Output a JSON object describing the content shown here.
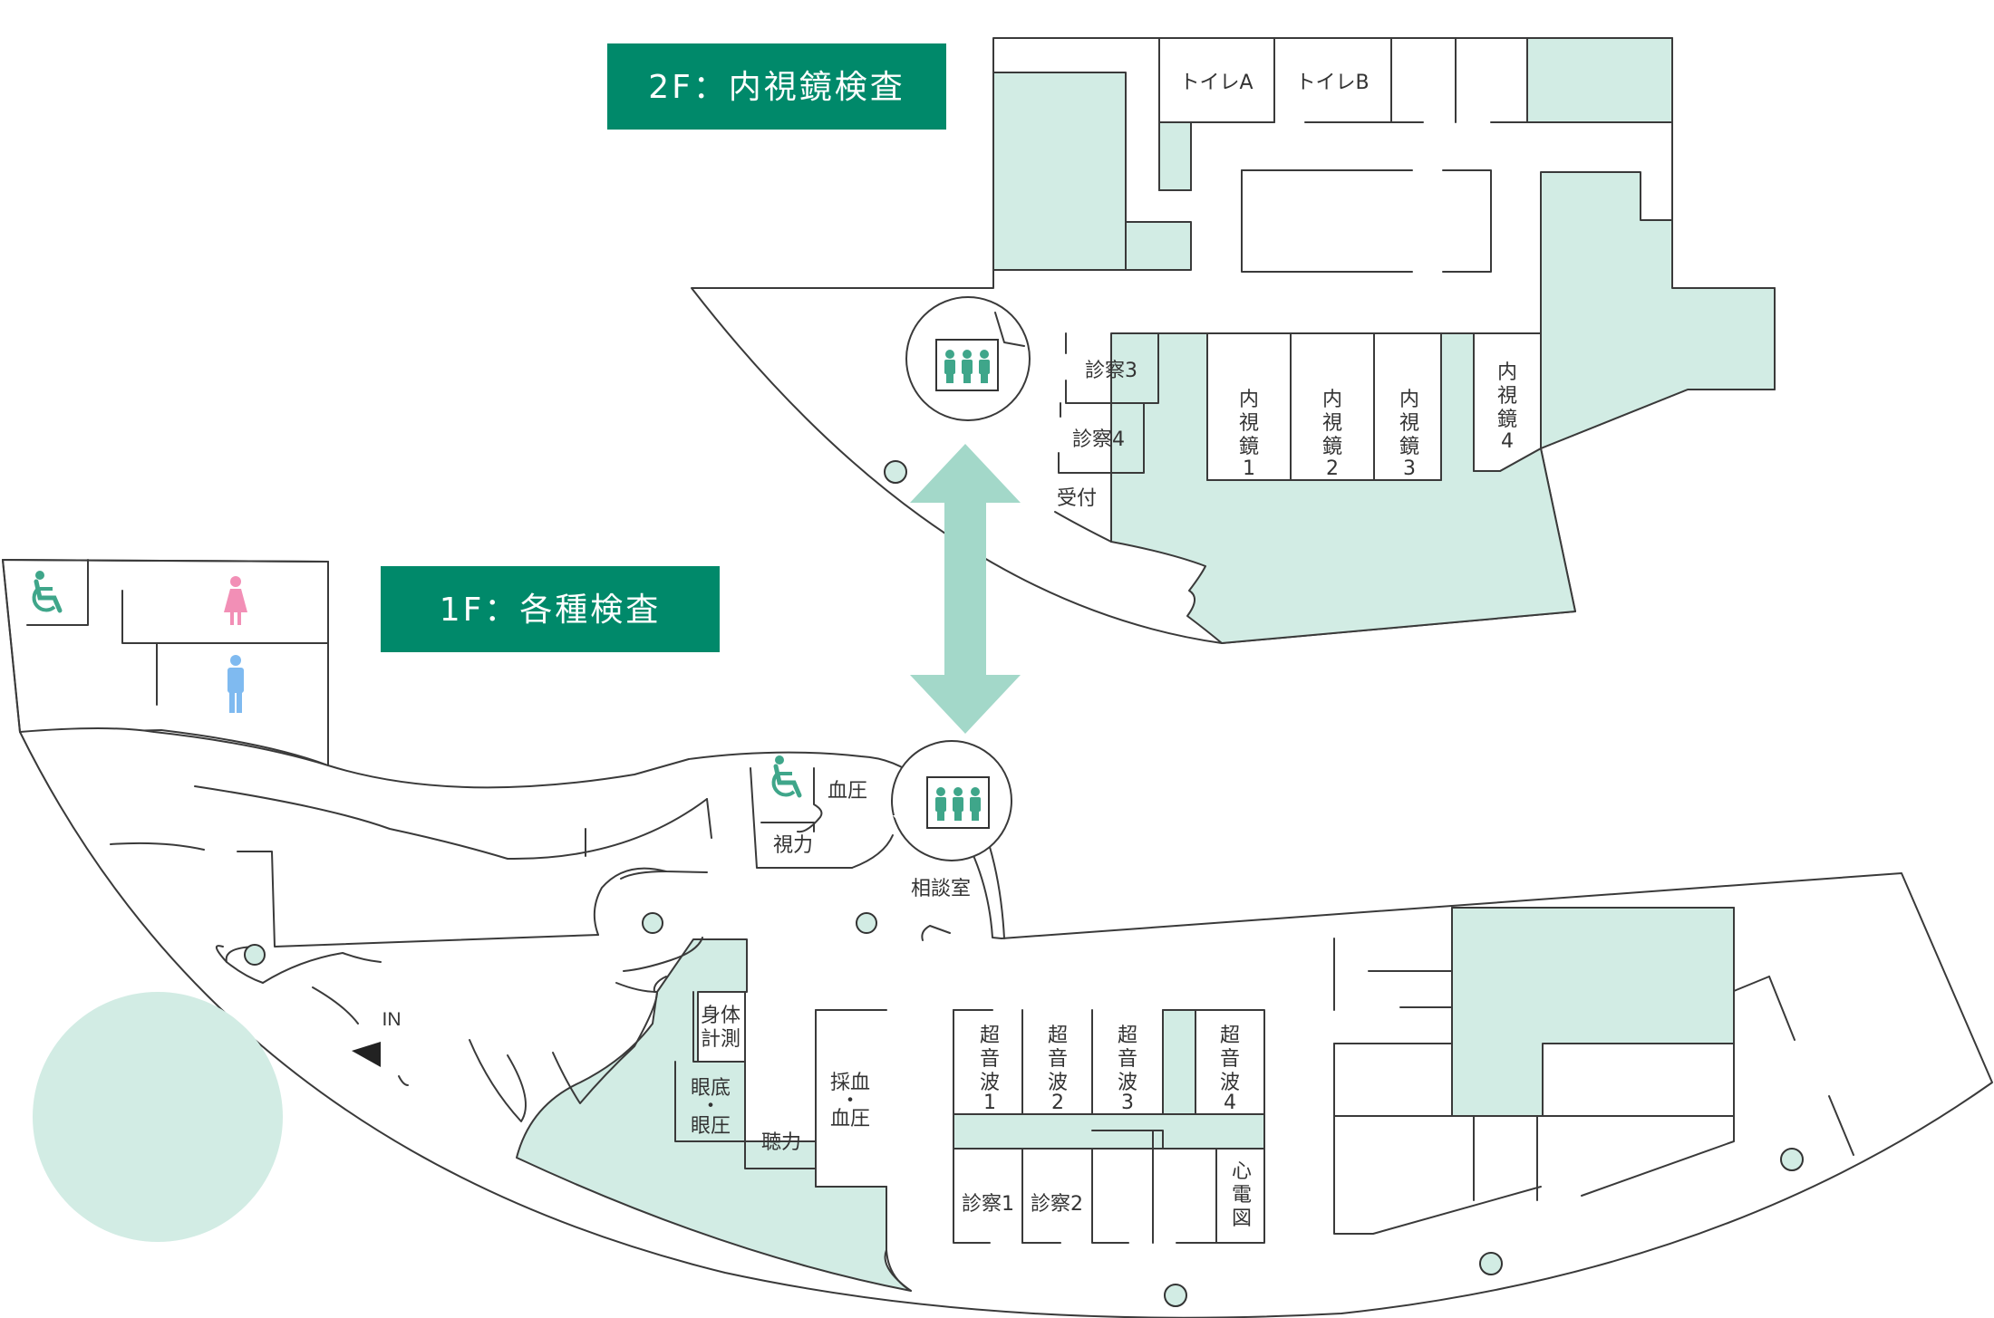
{
  "colors": {
    "banner": "#00896a",
    "zone": "#d2ece4",
    "arrow": "#a3d8c9",
    "icon_green": "#3fa68a",
    "female_pink": "#f28fb6",
    "male_blue": "#7fbaf0",
    "wall": "#3a3a3a"
  },
  "floors": {
    "second": {
      "title": "2F：内視鏡検査"
    },
    "first": {
      "title": "1F：各種検査"
    }
  },
  "rooms_2f": {
    "toilet_a": "トイレA",
    "toilet_b": "トイレB",
    "exam3": "診察3",
    "exam4": "診察4",
    "reception": "受付",
    "endo": [
      "内",
      "視",
      "鏡"
    ],
    "endo_nums": [
      "1",
      "2",
      "3",
      "4"
    ]
  },
  "rooms_1f": {
    "blood_pressure": "血圧",
    "vision": "視力",
    "consultation": "相談室",
    "body_line1": "身体",
    "body_line2": "計測",
    "fundus_line1": "眼底",
    "fundus_dot": "・",
    "fundus_line2": "眼圧",
    "hearing": "聴力",
    "blood_line1": "採血",
    "blood_dot": "・",
    "blood_line2": "血圧",
    "ultra": [
      "超",
      "音",
      "波"
    ],
    "ultra_nums": [
      "1",
      "2",
      "3",
      "4"
    ],
    "exam1": "診察1",
    "exam2": "診察2",
    "ecg": [
      "心",
      "電",
      "図"
    ],
    "entrance": "IN"
  },
  "icons": {
    "elevator": "elevator-icon",
    "wheelchair": "wheelchair-icon",
    "female": "female-toilet-icon",
    "male": "male-toilet-icon",
    "connection": "up-down-arrow-icon"
  }
}
